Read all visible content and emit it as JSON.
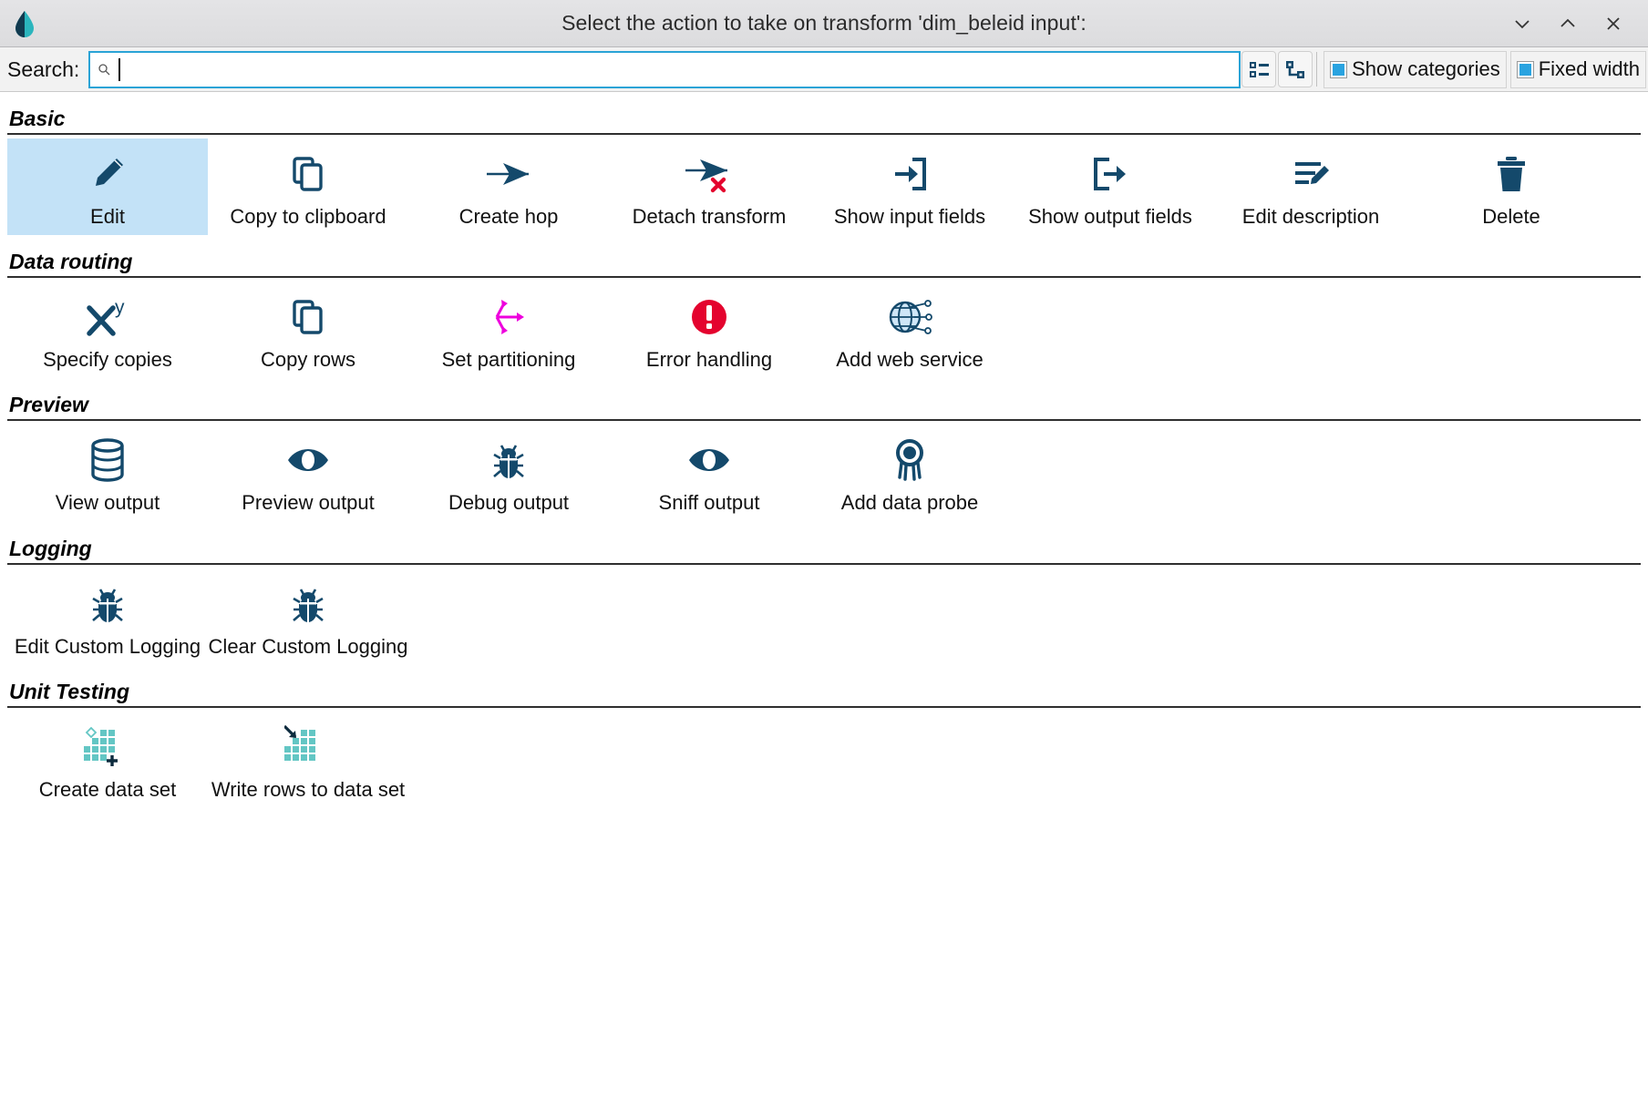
{
  "window": {
    "title": "Select the action to take on transform 'dim_beleid input':",
    "app_icon": "hop-droplet-icon",
    "controls": [
      {
        "name": "minimize-button",
        "glyph": "chevron-down-icon"
      },
      {
        "name": "maximize-button",
        "glyph": "chevron-up-icon"
      },
      {
        "name": "close-button",
        "glyph": "close-icon"
      }
    ]
  },
  "search": {
    "label": "Search:",
    "value": "",
    "placeholder": "",
    "icon": "magnifier-icon"
  },
  "toolbar": {
    "view_buttons": [
      {
        "name": "list-view-button",
        "icon": "list-view-icon"
      },
      {
        "name": "tree-view-button",
        "icon": "tree-view-icon"
      }
    ],
    "checkboxes": [
      {
        "name": "show-categories-checkbox",
        "label": "Show categories",
        "checked": true
      },
      {
        "name": "fixed-width-checkbox",
        "label": "Fixed width",
        "checked": true
      }
    ],
    "accent_color": "#29a3e0"
  },
  "colors": {
    "icon_navy": "#14496b",
    "selection": "#c3e2f7",
    "error_red": "#e4032e",
    "magenta": "#ee00dd",
    "teal": "#63c6c4",
    "titlebar": "#dcdcde"
  },
  "sections": [
    {
      "title": "Basic",
      "items": [
        {
          "label": "Edit",
          "icon": "pencil-icon",
          "selected": true
        },
        {
          "label": "Copy to clipboard",
          "icon": "copy-icon",
          "selected": false
        },
        {
          "label": "Create hop",
          "icon": "arrow-hop-icon",
          "selected": false
        },
        {
          "label": "Detach transform",
          "icon": "arrow-detach-icon",
          "selected": false
        },
        {
          "label": "Show input fields",
          "icon": "arrow-into-box-icon",
          "selected": false
        },
        {
          "label": "Show output fields",
          "icon": "arrow-out-of-box-icon",
          "selected": false
        },
        {
          "label": "Edit description",
          "icon": "lines-pencil-icon",
          "selected": false
        },
        {
          "label": "Delete",
          "icon": "trash-icon",
          "selected": false
        }
      ]
    },
    {
      "title": "Data routing",
      "items": [
        {
          "label": "Specify copies",
          "icon": "x-to-the-y-icon",
          "selected": false
        },
        {
          "label": "Copy rows",
          "icon": "copy-icon",
          "selected": false
        },
        {
          "label": "Set partitioning",
          "icon": "partition-arrows-icon",
          "selected": false
        },
        {
          "label": "Error handling",
          "icon": "error-circle-icon",
          "selected": false
        },
        {
          "label": "Add web service",
          "icon": "globe-nodes-icon",
          "selected": false
        }
      ]
    },
    {
      "title": "Preview",
      "items": [
        {
          "label": "View output",
          "icon": "database-icon",
          "selected": false
        },
        {
          "label": "Preview output",
          "icon": "eye-icon",
          "selected": false
        },
        {
          "label": "Debug output",
          "icon": "bug-icon",
          "selected": false
        },
        {
          "label": "Sniff output",
          "icon": "eye-icon",
          "selected": false
        },
        {
          "label": "Add data probe",
          "icon": "probe-icon",
          "selected": false
        }
      ]
    },
    {
      "title": "Logging",
      "items": [
        {
          "label": "Edit Custom Logging",
          "icon": "bug-icon",
          "selected": false
        },
        {
          "label": "Clear Custom Logging",
          "icon": "bug-icon",
          "selected": false
        }
      ]
    },
    {
      "title": "Unit Testing",
      "items": [
        {
          "label": "Create data set",
          "icon": "dataset-plus-icon",
          "selected": false
        },
        {
          "label": "Write rows to data set",
          "icon": "dataset-arrow-icon",
          "selected": false
        }
      ]
    }
  ]
}
